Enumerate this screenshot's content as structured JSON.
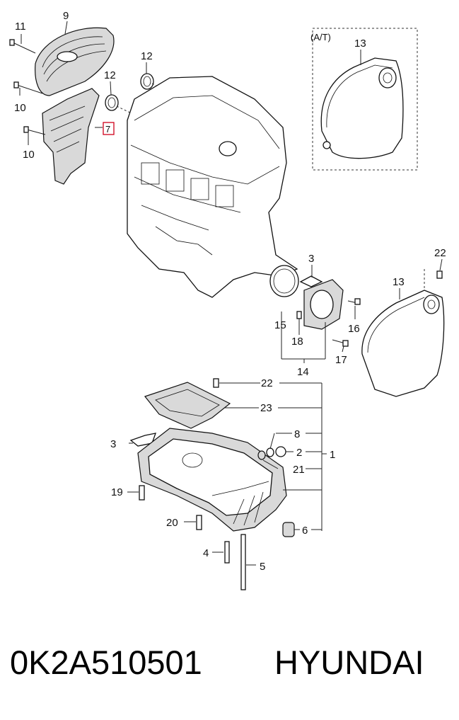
{
  "diagram": {
    "labels": {
      "l11": "11",
      "l9": "9",
      "l12a": "12",
      "l12b": "12",
      "l10a": "10",
      "l10b": "10",
      "l7": "7",
      "at": "(A/T)",
      "l13a": "13",
      "l3a": "3",
      "l22a": "22",
      "l13b": "13",
      "l15": "15",
      "l18": "18",
      "l16": "16",
      "l17": "17",
      "l14": "14",
      "l22b": "22",
      "l23": "23",
      "l8": "8",
      "l3b": "3",
      "l2": "2",
      "l1": "1",
      "l21": "21",
      "l19": "19",
      "l20": "20",
      "l6": "6",
      "l4": "4",
      "l5": "5"
    },
    "highlight_color": "#d0021b"
  },
  "caption": {
    "part_number": "0K2A510501",
    "brand": "HYUNDAI"
  }
}
